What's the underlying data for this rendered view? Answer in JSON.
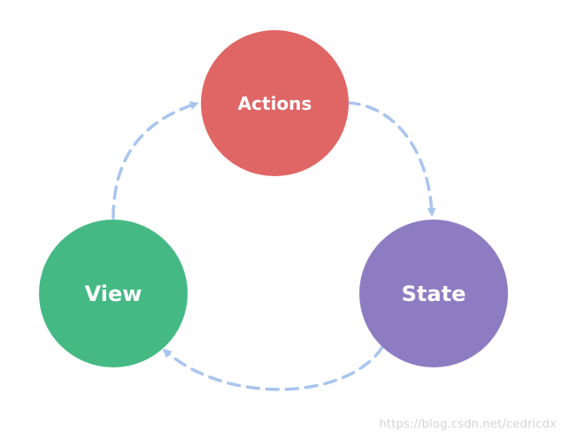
{
  "nodes": {
    "actions": {
      "label": "Actions",
      "color": "#e06666"
    },
    "view": {
      "label": "View",
      "color": "#45b984"
    },
    "state": {
      "label": "State",
      "color": "#8e7cc3"
    }
  },
  "arrows": {
    "color": "#a9c5ee",
    "flow": [
      "view-to-actions",
      "actions-to-state",
      "state-to-view"
    ]
  },
  "watermark": "https://blog.csdn.net/cedricdx"
}
